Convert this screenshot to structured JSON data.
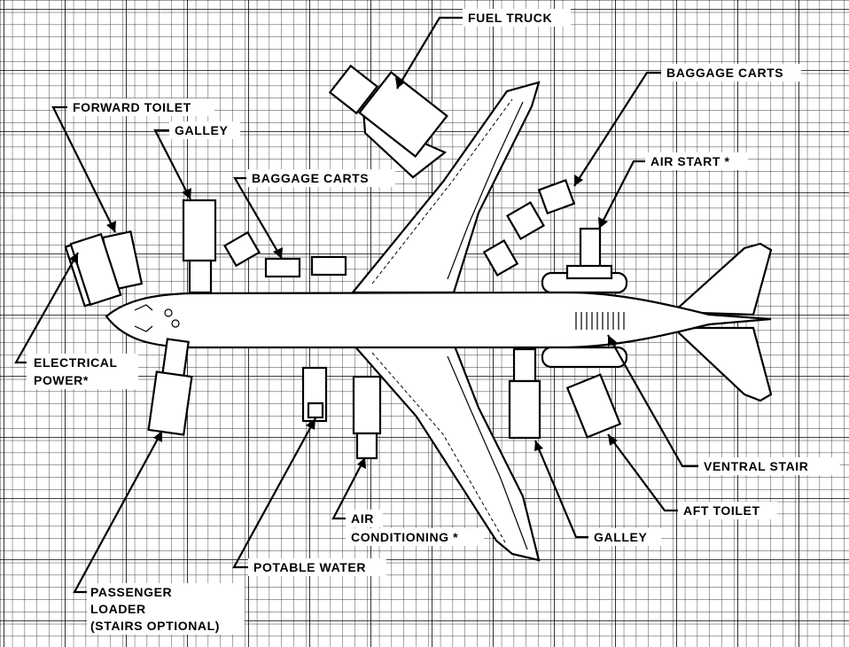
{
  "labels": {
    "fuel_truck": "FUEL TRUCK",
    "baggage_carts_right": "BAGGAGE CARTS",
    "air_start": "AIR START *",
    "forward_toilet": "FORWARD TOILET",
    "galley_fwd": "GALLEY",
    "baggage_carts_left": "BAGGAGE CARTS",
    "electrical_power_1": "ELECTRICAL",
    "electrical_power_2": "POWER*",
    "ventral_stair": "VENTRAL STAIR",
    "aft_toilet": "AFT TOILET",
    "galley_aft": "GALLEY",
    "air_conditioning_1": "AIR",
    "air_conditioning_2": "CONDITIONING *",
    "potable_water": "POTABLE WATER",
    "passenger_loader_1": "PASSENGER",
    "passenger_loader_2": "LOADER",
    "passenger_loader_3": "(STAIRS OPTIONAL)"
  },
  "colors": {
    "ink": "#000000",
    "paper": "#ffffff",
    "grid": "#000000"
  }
}
